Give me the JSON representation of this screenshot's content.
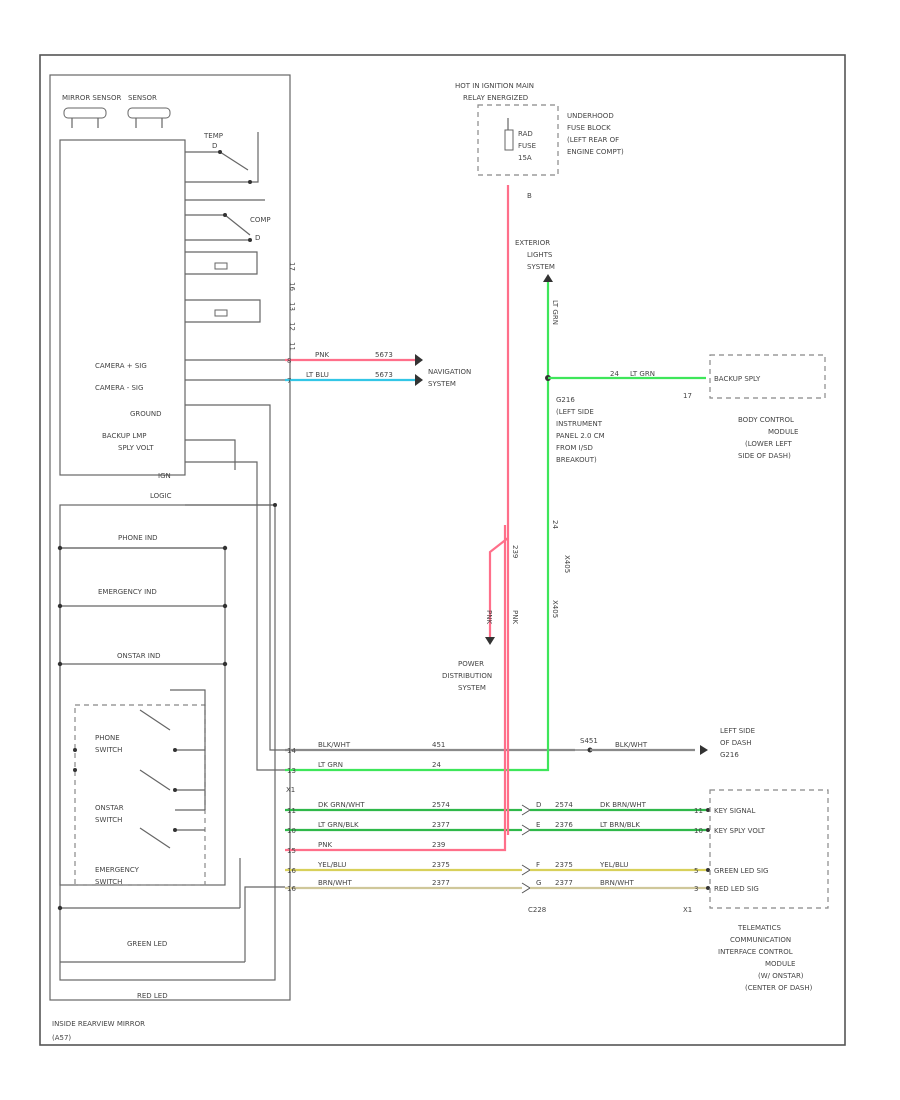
{
  "colors": {
    "pink": "#ff6f8a",
    "light_blue": "#33c6e6",
    "light_green": "#3ee65a",
    "dark_green": "#2fb84a",
    "yellow": "#d8d05a",
    "tan": "#cfc79a",
    "gray": "#8a8a8a",
    "outline": "#666666"
  },
  "mirror": {
    "title": "INSIDE REARVIEW MIRROR",
    "part_no": "(A57)",
    "sensors": [
      "MIRROR SENSOR",
      "SENSOR"
    ],
    "switches": [
      "TEMP",
      "COMP"
    ],
    "switch_tags": [
      "D",
      "D"
    ],
    "camera_pos": "CAMERA + SIG",
    "camera_neg": "CAMERA - SIG",
    "ground": "GROUND",
    "backup_lamp": "BACKUP LMP",
    "backup_volt": "SPLY VOLT",
    "ign": "IGN",
    "logic": "LOGIC",
    "phone_ind": "PHONE IND",
    "emergency_ind": "EMERGENCY IND",
    "onstar_ind": "ONSTAR IND",
    "phone_switch": [
      "PHONE",
      "SWITCH"
    ],
    "onstar_switch": [
      "ONSTAR",
      "SWITCH"
    ],
    "emergency_switch": [
      "EMERGENCY",
      "SWITCH"
    ],
    "green_led": "GREEN LED",
    "red_led": "RED LED",
    "tag_b": "B"
  },
  "connector_pins": {
    "top": [
      "17",
      "16",
      "13",
      "12",
      "11"
    ],
    "cam": [
      "8",
      "7"
    ],
    "bottom": [
      "14",
      "13",
      "11",
      "10",
      "15",
      "16"
    ],
    "connector": "X1"
  },
  "wires": {
    "camera_pos": {
      "color": "PNK",
      "circuit": "5673"
    },
    "camera_neg": {
      "color": "LT BLU",
      "circuit": "5673"
    },
    "ground": {
      "color": "BLK/WHT",
      "circuit": "451"
    },
    "backup": {
      "color": "LT GRN",
      "circuit": "24"
    },
    "ign_1": {
      "color": "DK GRN/WHT",
      "circuit": "2574"
    },
    "ign_2": {
      "color": "LT GRN/BLK",
      "circuit": "2377"
    },
    "logic_1": {
      "color": "PNK",
      "circuit": "239"
    },
    "phone": {
      "color": "YEL/BLU",
      "circuit": "2375"
    },
    "emergency": {
      "color": "BRN/WHT",
      "circuit": "2377"
    },
    "red_vert": {
      "color": "PNK",
      "circuit": "239"
    },
    "red_branch": {
      "color": "PNK"
    },
    "green_vert": {
      "color": "LT GRN",
      "circuit": "24"
    },
    "bcm": {
      "circuit": "24",
      "color": "LT GRN"
    },
    "ground_right": {
      "color": "BLK/WHT",
      "splice": "S451",
      "pin": "451"
    }
  },
  "fuse": {
    "top": [
      "HOT IN IGNITION MAIN",
      "RELAY ENERGIZED"
    ],
    "name": [
      "RAD",
      "FUSE",
      "15A"
    ],
    "pin": "B",
    "block": [
      "UNDERHOOD",
      "FUSE BLOCK",
      "(LEFT REAR OF",
      "ENGINE COMPT)"
    ]
  },
  "systems": {
    "navigation": [
      "NAVIGATION",
      "SYSTEM"
    ],
    "exterior_lights": [
      "EXTERIOR",
      "LIGHTS",
      "SYSTEM"
    ],
    "power_dist": [
      "POWER",
      "DISTRIBUTION",
      "SYSTEM"
    ]
  },
  "instrument_note": [
    "G216",
    "(LEFT SIDE",
    "INSTRUMENT",
    "PANEL 2.0 CM",
    "FROM I/SD",
    "BREAKOUT)"
  ],
  "bcm": {
    "pin_label": "BACKUP SPLY",
    "pin": "17",
    "name": [
      "BODY CONTROL",
      "MODULE",
      "(LOWER LEFT",
      "SIDE OF DASH)"
    ]
  },
  "ground_loc": [
    "LEFT SIDE",
    "OF DASH",
    "G216"
  ],
  "telematics": {
    "pins": [
      "KEY SIGNAL",
      "KEY SPLY VOLT",
      "GREEN LED SIG",
      "RED LED SIG"
    ],
    "pin_nums": [
      "11",
      "10",
      "5",
      "3"
    ],
    "connector": "X1",
    "name": [
      "TELEMATICS",
      "COMMUNICATION",
      "INTERFACE CONTROL",
      "MODULE",
      "(W/ ONSTAR)",
      "(CENTER OF DASH)"
    ]
  },
  "splice": {
    "label": "C228",
    "pins": [
      "D",
      "E",
      "F",
      "G"
    ],
    "left_circuits": [
      "2574",
      "2376",
      "2375",
      "2377"
    ],
    "right_circuits": [
      "2574",
      "2376",
      "2375",
      "2377"
    ],
    "right_colors": [
      "DK BRN/WHT",
      "LT BRN/BLK",
      "YEL/BLU",
      "BRN/WHT"
    ]
  },
  "misc": {
    "s_label": "S",
    "c_label": "C",
    "vert_label_1": "X405",
    "vert_label_2": "X405"
  }
}
